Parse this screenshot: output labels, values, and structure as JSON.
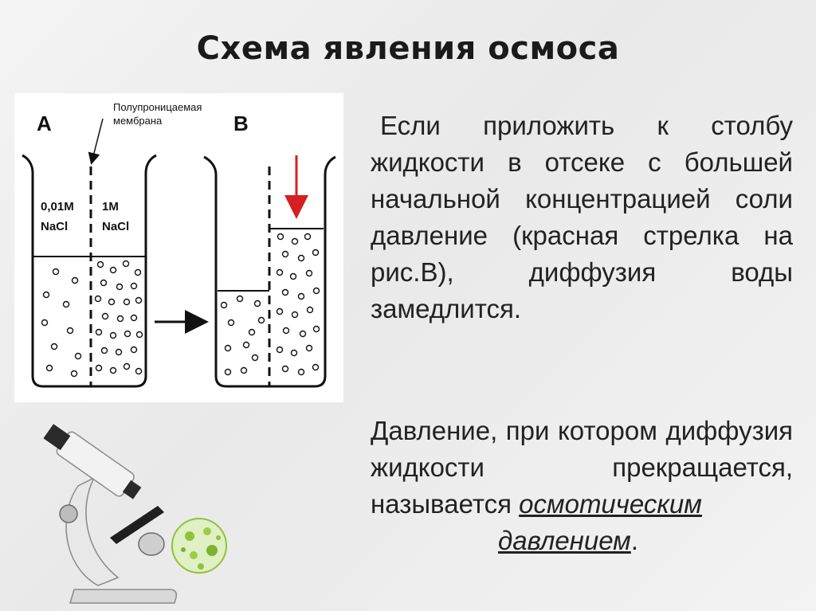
{
  "title": "Схема явления осмоса",
  "diagram": {
    "label_a": "A",
    "label_b": "B",
    "membrane_label_line1": "Полупроницаемая",
    "membrane_label_line2": "мембрана",
    "left_conc": "0,01M",
    "left_salt": "NaCl",
    "right_conc": "1M",
    "right_salt": "NaCl"
  },
  "paragraph1": "Если приложить к столбу жидкости в отсеке с большей начальной концентрацией соли давление (красная стрелка на рис.В), диффузия воды замедлится.",
  "paragraph2_lead": "Давление, при котором диффузия жидкости прекращается, называется ",
  "paragraph2_term_part1": "осмотическим",
  "paragraph2_term_part2": "давлением",
  "paragraph2_end": ".",
  "colors": {
    "pressure_arrow": "#d42020",
    "title": "#1a1a1a",
    "microbe": "#8fc23a"
  }
}
